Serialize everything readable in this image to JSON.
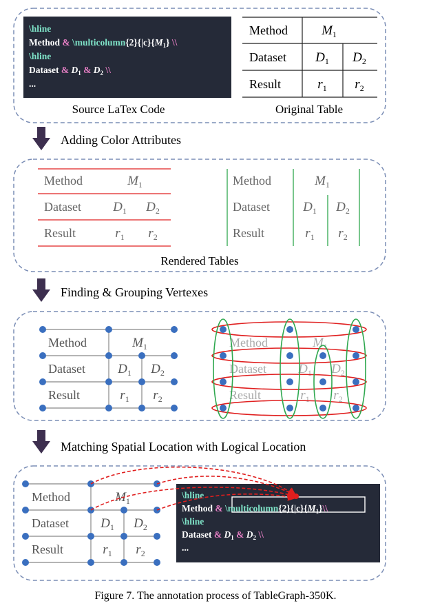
{
  "panel1": {
    "code_lines": [
      [
        {
          "t": "\\hline",
          "c": "teal"
        }
      ],
      [
        {
          "t": "Method ",
          "c": "white"
        },
        {
          "t": "& ",
          "c": "pink"
        },
        {
          "t": "\\multicolumn",
          "c": "teal"
        },
        {
          "t": "{2}{|c}{",
          "c": "white"
        },
        {
          "t": "M",
          "c": "white",
          "i": true
        },
        {
          "t": "1",
          "c": "white",
          "sub": true
        },
        {
          "t": "} ",
          "c": "white"
        },
        {
          "t": "\\\\",
          "c": "pink"
        }
      ],
      [
        {
          "t": "\\hline",
          "c": "teal"
        }
      ],
      [
        {
          "t": "Dataset ",
          "c": "white"
        },
        {
          "t": "& ",
          "c": "pink"
        },
        {
          "t": "D",
          "c": "white",
          "i": true
        },
        {
          "t": "1",
          "c": "white",
          "sub": true
        },
        {
          "t": " & ",
          "c": "pink"
        },
        {
          "t": "D",
          "c": "white",
          "i": true
        },
        {
          "t": "2",
          "c": "white",
          "sub": true
        },
        {
          "t": " \\\\",
          "c": "pink"
        }
      ],
      [
        {
          "t": "...",
          "c": "white"
        }
      ]
    ],
    "source_caption": "Source LaTex Code",
    "table_caption": "Original Table"
  },
  "table": {
    "method_label": "Method",
    "dataset_label": "Dataset",
    "result_label": "Result",
    "m_base": "M",
    "m_sub": "1",
    "d_base": "D",
    "d1_sub": "1",
    "d2_sub": "2",
    "r_base": "r",
    "r1_sub": "1",
    "r2_sub": "2"
  },
  "steps": {
    "step1": "Adding Color Attributes",
    "step2": "Finding & Grouping Vertexes",
    "step3": "Matching Spatial Location with Logical Location"
  },
  "panel2": {
    "caption": "Rendered Tables"
  },
  "panel4": {
    "code_lines": [
      [
        {
          "t": "\\hline",
          "c": "teal"
        }
      ],
      [
        {
          "t": "Method ",
          "c": "white"
        },
        {
          "t": "& ",
          "c": "pink"
        },
        {
          "t": "\\multicolumn",
          "c": "teal"
        },
        {
          "t": "{2}{|c}{",
          "c": "white"
        },
        {
          "t": "M",
          "c": "white",
          "i": true
        },
        {
          "t": "1",
          "c": "white",
          "sub": true
        },
        {
          "t": "}",
          "c": "white"
        },
        {
          "t": "\\\\",
          "c": "pink"
        }
      ],
      [
        {
          "t": "\\hline",
          "c": "teal"
        }
      ],
      [
        {
          "t": "Dataset ",
          "c": "white"
        },
        {
          "t": "& ",
          "c": "pink"
        },
        {
          "t": "D",
          "c": "white",
          "i": true
        },
        {
          "t": "1",
          "c": "white",
          "sub": true
        },
        {
          "t": " & ",
          "c": "pink"
        },
        {
          "t": "D",
          "c": "white",
          "i": true
        },
        {
          "t": "2",
          "c": "white",
          "sub": true
        },
        {
          "t": " \\\\",
          "c": "pink"
        }
      ],
      [
        {
          "t": "...",
          "c": "white"
        }
      ]
    ]
  },
  "figure_caption": "Figure 7. The annotation process of TableGraph-350K.",
  "colors": {
    "panel_border": "#7a8db5",
    "arrow": "#3d2f4f",
    "code_bg": "#252a38",
    "code_white": "#ffffff",
    "code_teal": "#7fe3c8",
    "code_pink": "#e57ec4",
    "red_line": "#e02020",
    "green_line": "#2fa84f",
    "vertex": "#3a6fbf",
    "table_text": "#555555",
    "link_red": "#e01e1e"
  }
}
